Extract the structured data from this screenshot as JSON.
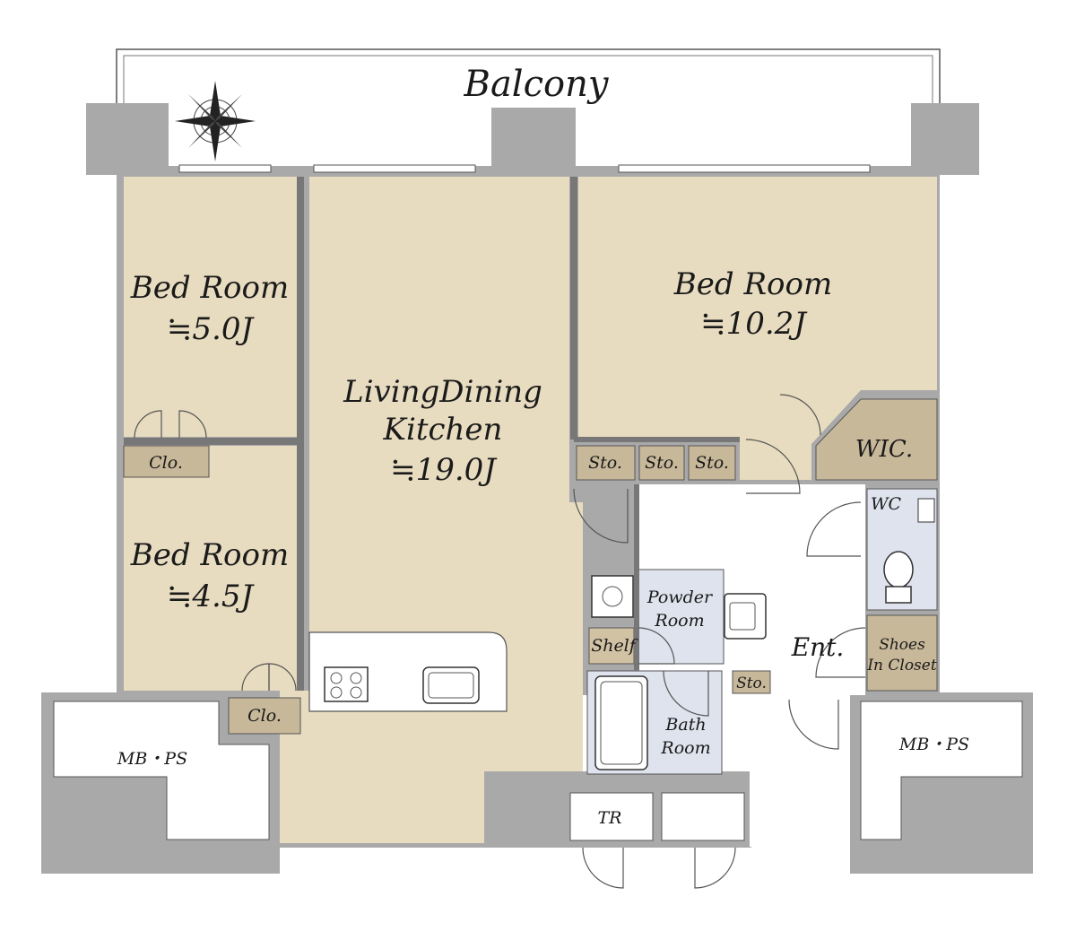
{
  "colors": {
    "wall": "#a9a9a9",
    "room_floor": "#e8dcc0",
    "storage": "#c8b89a",
    "wet_area": "#dfe3ee",
    "outline": "#555555",
    "text": "#1a1a1a"
  },
  "icons": [
    "compass-rose-icon",
    "stove-icon",
    "sink-icon",
    "toilet-icon",
    "washbasin-icon",
    "bathtub-icon",
    "washer-pan-icon"
  ],
  "rooms": {
    "balcony": "Balcony",
    "bed1": {
      "name": "Bed Room",
      "size": "≒5.0J"
    },
    "bed2": {
      "name": "Bed Room",
      "size": "≒10.2J"
    },
    "bed3": {
      "name": "Bed Room",
      "size": "≒4.5J"
    },
    "ldk": {
      "line1": "LivingDining",
      "line2": "Kitchen",
      "size": "≒19.0J"
    },
    "wic": "WIC.",
    "clo_upper": "Clo.",
    "clo_lower": "Clo.",
    "sto1": "Sto.",
    "sto2": "Sto.",
    "sto3": "Sto.",
    "sto4": "Sto.",
    "wc": "WC",
    "powder": {
      "line1": "Powder",
      "line2": "Room"
    },
    "shelf": "Shelf",
    "bath": {
      "line1": "Bath",
      "line2": "Room"
    },
    "entrance": "Ent.",
    "shoes": {
      "line1": "Shoes",
      "line2": "In Closet"
    },
    "mbps_left": "MB・PS",
    "mbps_right": "MB・PS",
    "tr": "TR"
  }
}
